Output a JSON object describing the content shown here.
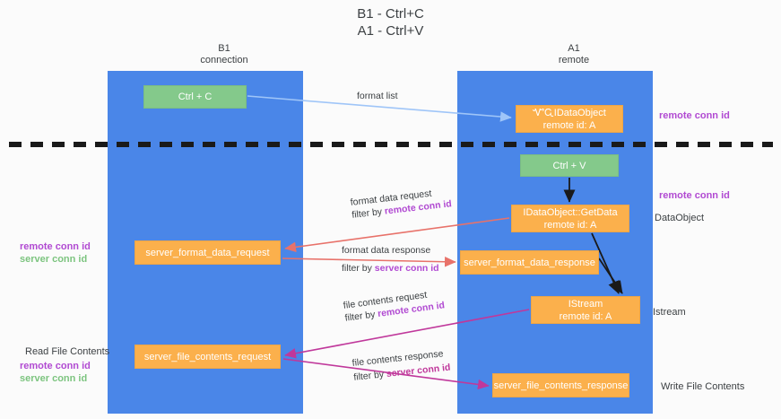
{
  "title": "B1 - Ctrl+C\nA1 - Ctrl+V",
  "columns": {
    "left": "B1\nconnection",
    "right": "A1\nremote"
  },
  "nodes": {
    "ctrl_c": {
      "line1": "Ctrl + C",
      "color": "#84c98b"
    },
    "idataobject": {
      "line1": "ᏉᏩIDataObject",
      "line2": "remote id: A",
      "color": "#fbb04c"
    },
    "ctrl_v": {
      "line1": "Ctrl + V",
      "color": "#84c98b"
    },
    "getdata": {
      "line1": "IDataObject::GetData",
      "line2": "remote id: A",
      "color": "#fbb04c"
    },
    "server_format_data_request": {
      "line1": "server_format_data_request",
      "color": "#fbb04c"
    },
    "server_format_data_response": {
      "line1": "server_format_data_response",
      "color": "#fbb04c"
    },
    "istream": {
      "line1": "IStream",
      "line2": "remote id: A",
      "color": "#fbb04c"
    },
    "server_file_contents_request": {
      "line1": "server_file_contents_request",
      "color": "#fbb04c"
    },
    "server_file_contents_response": {
      "line1": "server_file_contents_response",
      "color": "#fbb04c"
    }
  },
  "edge_labels": {
    "format_list": "format list",
    "format_data_request": "format data request",
    "format_data_request_filter_prefix": "filter by ",
    "format_data_request_filter_value": "remote conn id",
    "format_data_response": "format data response",
    "format_data_response_filter_prefix": "filter by ",
    "format_data_response_filter_value": "server conn id",
    "file_contents_request": "file contents request",
    "file_contents_request_filter_prefix": "filter by ",
    "file_contents_request_filter_value": "remote conn id",
    "file_contents_response": "file contents response",
    "file_contents_response_filter_prefix": "filter by ",
    "file_contents_response_filter_value": "server conn id"
  },
  "annotations": {
    "right_remote_conn_id_top": "remote conn id",
    "right_remote_conn_id_mid": "remote conn id",
    "right_dataobject": "DataObject",
    "right_istream": "Istream",
    "right_write_file_contents": "Write File Contents",
    "left_remote_conn_id": "remote conn id",
    "left_server_conn_id": "server conn id",
    "left_read_file_contents": "Read File Contents",
    "left_remote_conn_id_2": "remote conn id",
    "left_server_conn_id_2": "server conn id"
  },
  "colors": {
    "lane": "#4a86e8",
    "node_green": "#84c98b",
    "node_orange": "#fbb04c",
    "divider": "#1a1a1a",
    "arrow_blue": "#9fc5f8",
    "arrow_red": "#e8726a",
    "arrow_magenta": "#c0389b",
    "arrow_black": "#1a1a1a",
    "accent_purple": "#b14ad2",
    "accent_green": "#7cc47f"
  }
}
